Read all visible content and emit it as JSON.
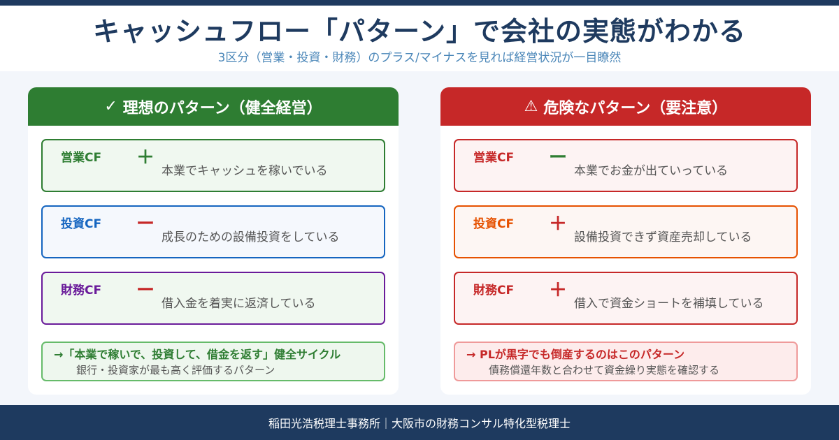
{
  "header": {
    "title": "キャッシュフロー「パターン」で会社の実態がわかる",
    "subtitle": "3区分（営業・投資・財務）のプラス/マイナスを見れば経営状況が一目瞭然"
  },
  "colors": {
    "navy": "#1e3a5f",
    "ideal_green": "#2e7d32",
    "danger_red": "#c62828",
    "blue": "#1565c0",
    "purple": "#6a1b9a",
    "orange": "#e65100"
  },
  "ideal": {
    "icon": "check-icon",
    "icon_glyph": "✓",
    "title": "理想のパターン（健全経営）",
    "items": [
      {
        "label": "営業CF",
        "sign": "＋",
        "desc": "本業でキャッシュを稼いでいる"
      },
      {
        "label": "投資CF",
        "sign": "ー",
        "desc": "成長のための設備投資をしている"
      },
      {
        "label": "財務CF",
        "sign": "ー",
        "desc": "借入金を着実に返済している"
      }
    ],
    "note": {
      "main": "→「本業で稼いで、投資して、借金を返す」健全サイクル",
      "sub": "銀行・投資家が最も高く評価するパターン"
    }
  },
  "danger": {
    "icon": "warning-icon",
    "icon_glyph": "⚠",
    "title": "危険なパターン（要注意）",
    "items": [
      {
        "label": "営業CF",
        "sign": "ー",
        "desc": "本業でお金が出ていっている"
      },
      {
        "label": "投資CF",
        "sign": "＋",
        "desc": "設備投資できず資産売却している"
      },
      {
        "label": "財務CF",
        "sign": "＋",
        "desc": "借入で資金ショートを補填している"
      }
    ],
    "note": {
      "main": "→ PLが黒字でも倒産するのはこのパターン",
      "sub": "債務償還年数と合わせて資金繰り実態を確認する"
    }
  },
  "footer": {
    "text": "稲田光浩税理士事務所｜大阪市の財務コンサル特化型税理士"
  }
}
